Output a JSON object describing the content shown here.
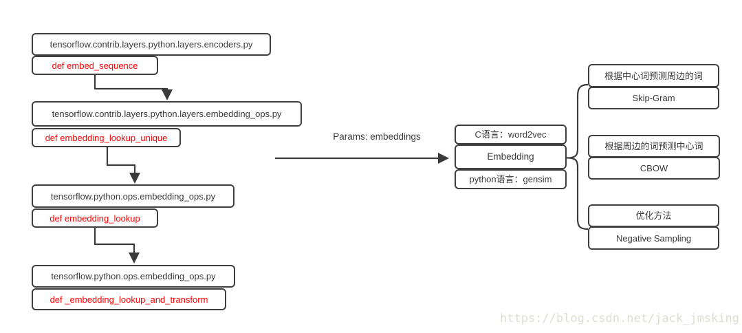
{
  "colors": {
    "border": "#3f3f3f",
    "line": "#3a3a3a",
    "text": "#3a3a3a",
    "def_text": "#ff0000",
    "watermark": "#dedcd3",
    "background": "#ffffff"
  },
  "left_chain": [
    {
      "file": "tensorflow.contrib.layers.python.layers.encoders.py",
      "func": "def embed_sequence"
    },
    {
      "file": "tensorflow.contrib.layers.python.layers.embedding_ops.py",
      "func": "def embedding_lookup_unique"
    },
    {
      "file": "tensorflow.python.ops.embedding_ops.py",
      "func": "def embedding_lookup"
    },
    {
      "file": "tensorflow.python.ops.embedding_ops.py",
      "func": "def _embedding_lookup_and_transform"
    }
  ],
  "arrow_label": "Params: embeddings",
  "center_stack": {
    "top": "C语言：word2vec",
    "middle": "Embedding",
    "bottom": "python语言：gensim"
  },
  "right_groups": [
    {
      "desc": "根据中心词预测周边的词",
      "name": "Skip-Gram"
    },
    {
      "desc": "根据周边的词预测中心词",
      "name": "CBOW"
    },
    {
      "desc": "优化方法",
      "name": "Negative Sampling"
    }
  ],
  "watermark": "https://blog.csdn.net/jack_jmsking"
}
